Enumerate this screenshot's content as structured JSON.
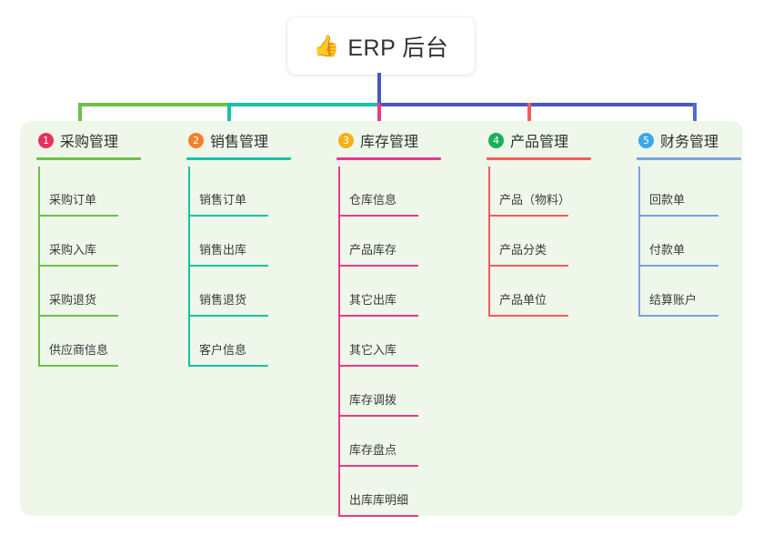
{
  "root": {
    "icon": "thumbs-up-icon",
    "icon_glyph": "👍",
    "title": "ERP 后台"
  },
  "palette": {
    "panel_bg": "#eef7e9",
    "trunk": "#4a56c0",
    "page_bg": "#ffffff"
  },
  "columns": [
    {
      "index": "1",
      "title": "采购管理",
      "badge_color": "#e8305a",
      "line_color": "#70bf48",
      "items": [
        "采购订单",
        "采购入库",
        "采购退货",
        "供应商信息"
      ]
    },
    {
      "index": "2",
      "title": "销售管理",
      "badge_color": "#f5802a",
      "line_color": "#15c3a6",
      "items": [
        "销售订单",
        "销售出库",
        "销售退货",
        "客户信息"
      ]
    },
    {
      "index": "3",
      "title": "库存管理",
      "badge_color": "#f5b017",
      "line_color": "#e8398b",
      "items": [
        "仓库信息",
        "产品库存",
        "其它出库",
        "其它入库",
        "库存调拨",
        "库存盘点",
        "出库库明细"
      ]
    },
    {
      "index": "4",
      "title": "产品管理",
      "badge_color": "#17b257",
      "line_color": "#f45c5c",
      "items": [
        "产品（物料）",
        "产品分类",
        "产品单位"
      ]
    },
    {
      "index": "5",
      "title": "财务管理",
      "badge_color": "#39a7e8",
      "line_color": "#7aa0e0",
      "items": [
        "回款单",
        "付款单",
        "结算账户"
      ]
    }
  ]
}
